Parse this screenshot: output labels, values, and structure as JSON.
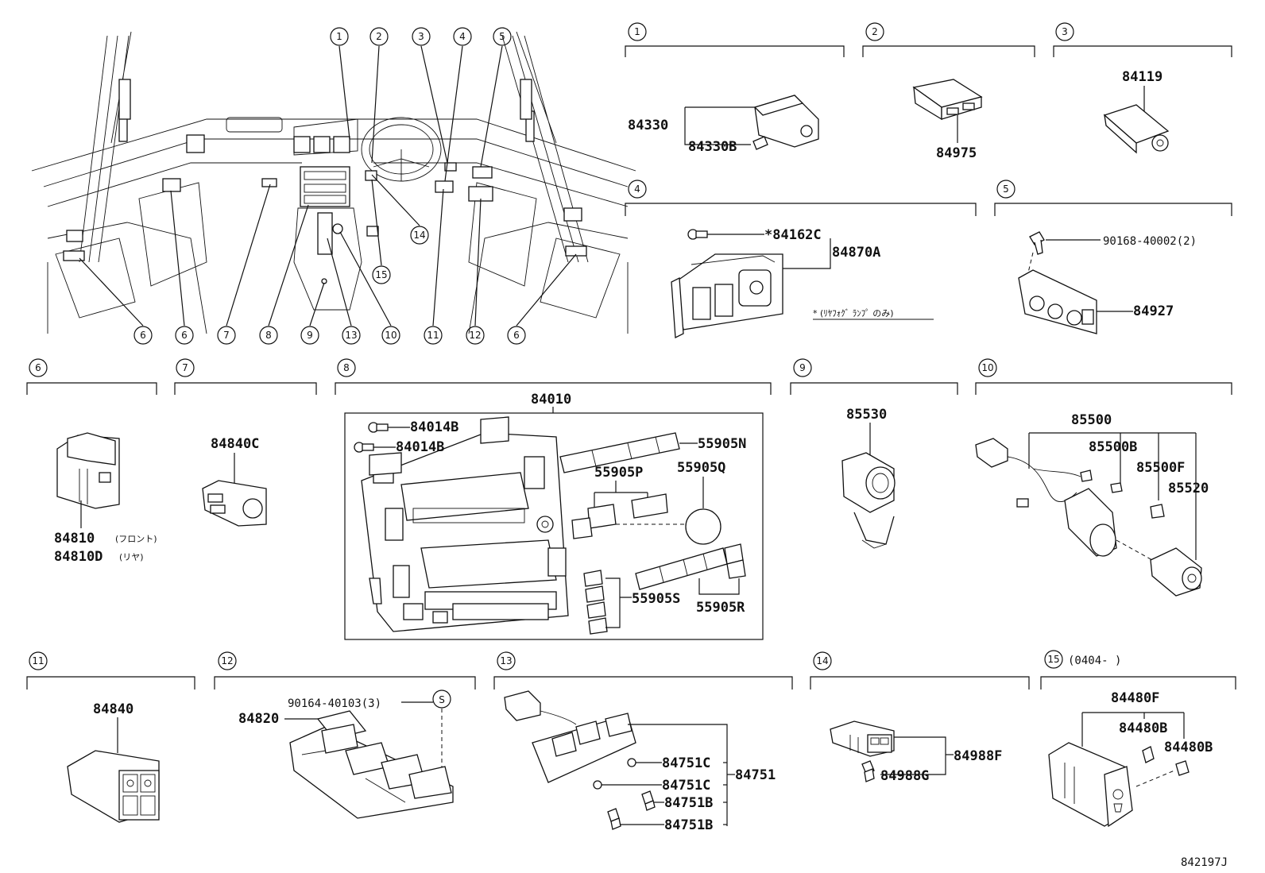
{
  "callouts": {
    "c1": "1",
    "c2": "2",
    "c3": "3",
    "c4": "4",
    "c5": "5",
    "c6": "6",
    "c7": "7",
    "c8": "8",
    "c9": "9",
    "c10": "10",
    "c11": "11",
    "c12": "12",
    "c13": "13",
    "c14": "14",
    "c15": "15"
  },
  "overview": {
    "bottom_callouts": [
      "6",
      "6",
      "7",
      "8",
      "9",
      "13",
      "10",
      "11",
      "12",
      "6"
    ],
    "top_callouts": [
      "1",
      "2",
      "3",
      "4",
      "5"
    ],
    "mid_callouts": [
      "14",
      "15"
    ]
  },
  "sections": {
    "s1": {
      "parts": [
        "84330",
        "84330B"
      ]
    },
    "s2": {
      "parts": [
        "84975"
      ]
    },
    "s3": {
      "parts": [
        "84119"
      ]
    },
    "s4": {
      "parts": [
        "*84162C",
        "84870A"
      ],
      "note": "* (ﾘﾔﾌｫｸﾞ ﾗﾝﾌﾟ のみ)"
    },
    "s5": {
      "parts": [
        "90168-40002(2)",
        "84927"
      ]
    },
    "s6": {
      "parts": [
        "84810",
        "84810D"
      ],
      "notes": [
        "(フロント)",
        "(リヤ)"
      ]
    },
    "s7": {
      "parts": [
        "84840C"
      ]
    },
    "s8": {
      "assembly": "84010",
      "parts": [
        "84014B",
        "84014B",
        "55905N",
        "55905P",
        "55905Q",
        "55905S",
        "55905R"
      ]
    },
    "s9": {
      "parts": [
        "85530"
      ]
    },
    "s10": {
      "parts": [
        "85500",
        "85500B",
        "85500F",
        "85520"
      ]
    },
    "s11": {
      "parts": [
        "84840"
      ]
    },
    "s12": {
      "parts": [
        "90164-40103(3)",
        "84820"
      ],
      "symbol": "S"
    },
    "s13": {
      "parts": [
        "84751C",
        "84751C",
        "84751B",
        "84751B",
        "84751"
      ]
    },
    "s14": {
      "parts": [
        "84988F",
        "84988G"
      ]
    },
    "s15": {
      "range": "(0404-      )",
      "parts": [
        "84480F",
        "84480B",
        "84480B"
      ]
    }
  },
  "drawing_id": "842197J"
}
